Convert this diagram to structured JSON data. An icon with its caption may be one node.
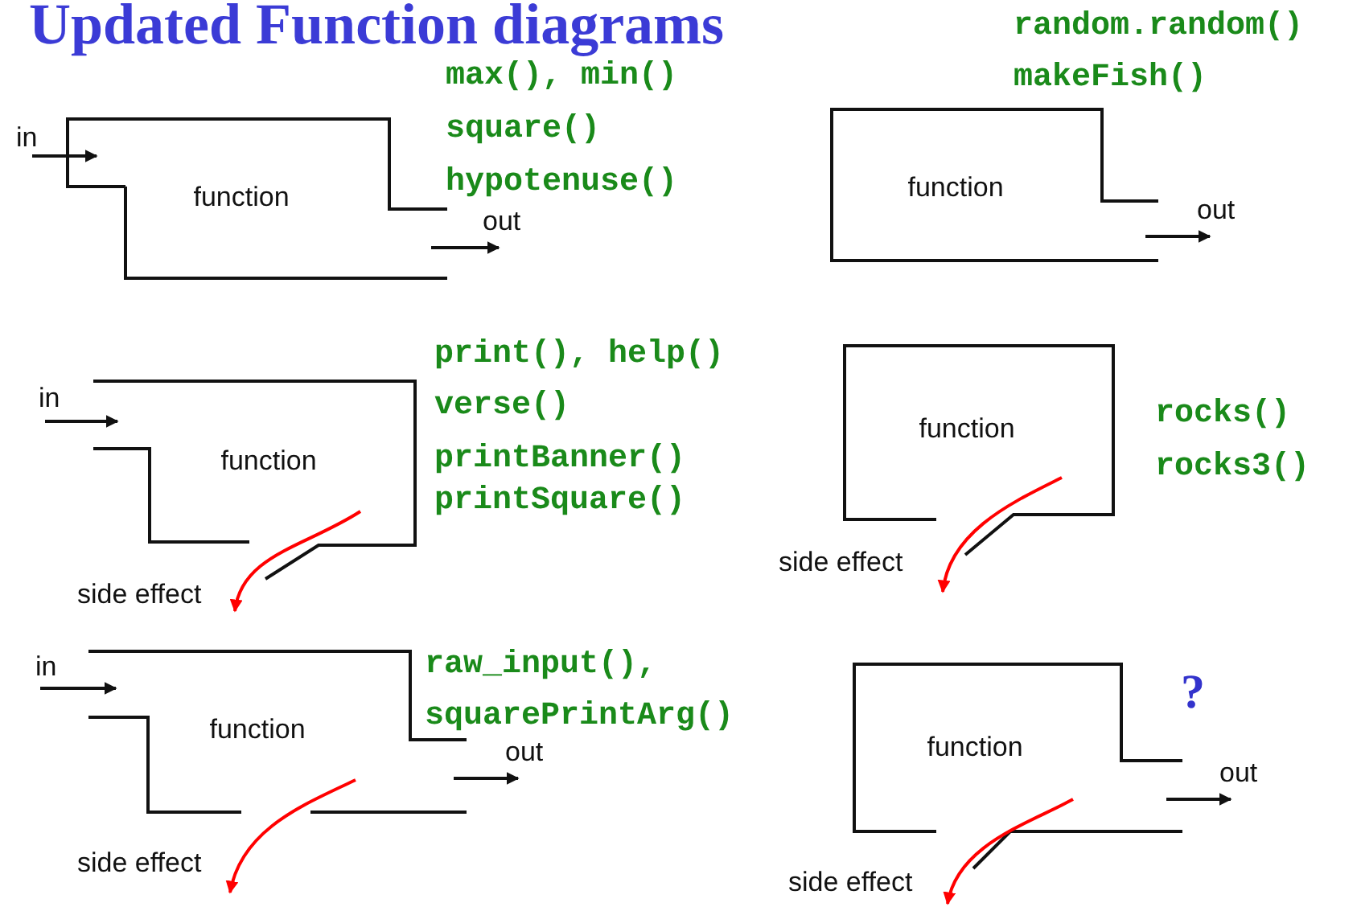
{
  "diagram": {
    "title": "Updated Function diagrams",
    "nodes": [
      {
        "text": [
          "function"
        ]
      },
      {
        "text": [
          "function"
        ]
      },
      {
        "text": [
          "function"
        ]
      },
      {
        "text": [
          "function"
        ]
      },
      {
        "text": [
          "function"
        ]
      },
      {
        "text": [
          "function"
        ]
      }
    ],
    "edges": [
      {
        "from": null,
        "to": 0,
        "arrow": "to",
        "label": "in"
      },
      {
        "from": 0,
        "to": null,
        "arrow": "to",
        "label": "out"
      },
      {
        "from": 1,
        "to": null,
        "arrow": "to",
        "label": "out"
      },
      {
        "from": null,
        "to": 2,
        "arrow": "to",
        "label": "in"
      },
      {
        "from": 2,
        "to": null,
        "arrow": "to",
        "label": "side effect",
        "color": "#ff0000"
      },
      {
        "from": 3,
        "to": null,
        "arrow": "to",
        "label": "side effect",
        "color": "#ff0000"
      },
      {
        "from": null,
        "to": 4,
        "arrow": "to",
        "label": "in"
      },
      {
        "from": 4,
        "to": null,
        "arrow": "to",
        "label": "out"
      },
      {
        "from": 4,
        "to": null,
        "arrow": "to",
        "label": "side effect",
        "color": "#ff0000"
      },
      {
        "from": 5,
        "to": null,
        "arrow": "to",
        "label": "out"
      },
      {
        "from": 5,
        "to": null,
        "arrow": "to",
        "label": "side effect",
        "color": "#ff0000"
      }
    ],
    "labels": [
      "random.random()",
      "max(), min()",
      "makeFish()",
      "square()",
      "hypotenuse()",
      "print(), help()",
      "verse()",
      "rocks()",
      "printBanner()",
      "rocks3()",
      "printSquare()",
      "raw_input(),",
      "?",
      "squarePrintArg()"
    ]
  }
}
